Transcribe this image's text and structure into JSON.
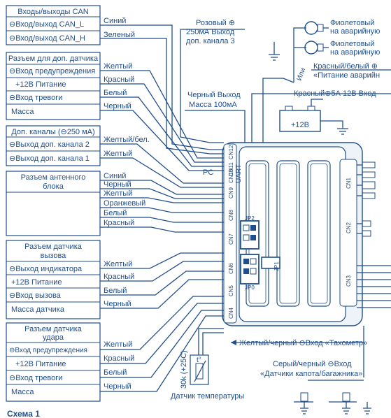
{
  "connector_blocks": {
    "can": {
      "title": "Входы/выходы CAN",
      "rows": [
        "⊖Вход/выход CAN_L",
        "⊖Вход/выход CAN_H"
      ],
      "wires": [
        "Синий",
        "Зеленый"
      ]
    },
    "extra_sensor": {
      "title": "Разъем для доп. датчика",
      "rows": [
        "⊖Вход предупреждения",
        "+12В Питание",
        "⊖Вход тревоги",
        "Масса"
      ],
      "wires": [
        "Желтый",
        "Красный",
        "Белый",
        "Черный"
      ]
    },
    "extra_channels": {
      "title": "Доп. каналы (⊖250 мА)",
      "rows": [
        "⊖Выход доп. канала 2",
        "⊖Выход доп. канала 1"
      ],
      "wires": [
        "Желтый/бел.",
        "Желтый"
      ]
    },
    "antenna": {
      "title_line1": "Разъем антенного",
      "title_line2": "блока",
      "wires": [
        "Синий",
        "Черный",
        "Желтый",
        "Оранжевый",
        "Белый",
        "Красный"
      ]
    },
    "call_sensor": {
      "title_line1": "Разъем датчика",
      "title_line2": "вызова",
      "rows": [
        "⊖Выход индикатора",
        "+12В Питание",
        "⊖Вход вызова",
        "Масса датчика"
      ],
      "wires": [
        "Желтый",
        "Красный",
        "Белый",
        "Черный"
      ]
    },
    "shock_sensor": {
      "title_line1": "Разъем датчика",
      "title_line2": "удара",
      "rows": [
        "⊖Вход предупреждения",
        "+12В Питание",
        "⊖Вход тревоги",
        "Масса"
      ],
      "wires": [
        "Желтый",
        "Красный",
        "Белый",
        "Черный"
      ]
    }
  },
  "right_side": {
    "pink_line1": "Розовый ⊕",
    "pink_line2": "250мА Выход",
    "pink_line3": "доп. канала 3",
    "black_line1": "Черный Выход",
    "black_line2": "Масса 100мА",
    "violet_line1": "Фиолетовый",
    "violet_line2": "на аварийную",
    "red_white_line1": "Красный/белый ⊕",
    "red_white_line2": "«Питание аварийн",
    "or_label": "Или",
    "red_input": "Красный⊕5А 12В Вход",
    "battery": "+12В",
    "tacho": "Желтый/черный ⊖Вход «Тахометр»",
    "hood_line1": "Серый/черный ⊖Вход",
    "hood_line2": "«Датчики капота/багажника»"
  },
  "main_unit": {
    "pc": "PC",
    "uart": "UART",
    "left_connectors": [
      "CN12",
      "CN11",
      "CN10",
      "CN9",
      "CN8",
      "CN7",
      "CN6",
      "CN5",
      "CN4"
    ],
    "right_connectors": [
      "CN1",
      "CN2",
      "CN3"
    ],
    "jumpers": [
      "JP2",
      "JP1",
      "JP0"
    ]
  },
  "temperature": {
    "rating": "30k (+25C)",
    "symbol": "t°",
    "label": "Датчик температуры"
  },
  "schema_title": "Схема 1"
}
